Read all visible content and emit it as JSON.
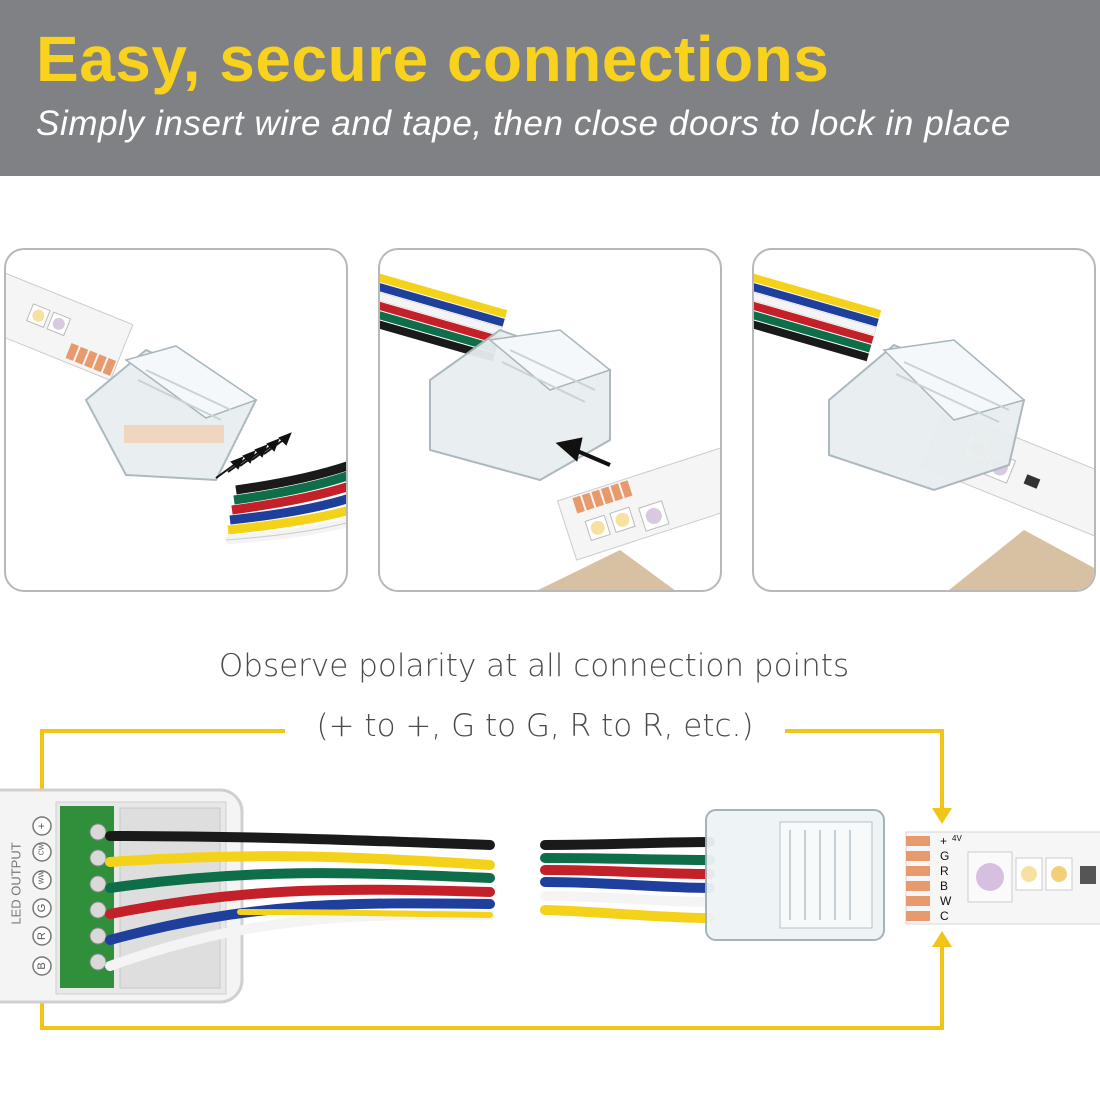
{
  "header": {
    "title": "Easy, secure connections",
    "subtitle": "Simply insert wire and tape, then close doors to lock in place"
  },
  "polarity": {
    "line1": "Observe polarity at all connection points",
    "line2": "(+ to +, G to G, R to R, etc.)"
  },
  "controller": {
    "label": "LED OUTPUT",
    "terminals": [
      "+",
      "CW",
      "WW",
      "G",
      "R",
      "B"
    ]
  },
  "strip": {
    "pads": [
      "+",
      "G",
      "R",
      "B",
      "W",
      "C"
    ],
    "voltage_mark": "4V"
  },
  "colors": {
    "header_bg": "#808184",
    "title": "#f8d21c",
    "arrow": "#f2c417",
    "wire_black": "#1a1a1a",
    "wire_yellow": "#f4d21a",
    "wire_green": "#0f6e4a",
    "wire_red": "#c4202a",
    "wire_white": "#f4f4f4",
    "wire_blue": "#1f3f9c",
    "copper_pad": "#e89a6c"
  }
}
